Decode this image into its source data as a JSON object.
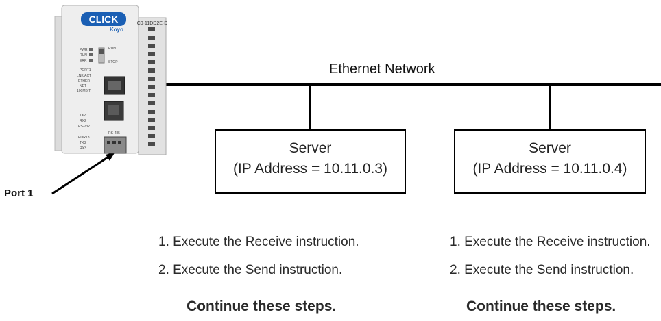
{
  "network": {
    "title": "Ethernet Network"
  },
  "plc": {
    "brand": "CLICK",
    "maker": "Koyo",
    "model": "C0-11DD2E-D",
    "leds": [
      "PWR",
      "RUN",
      "ERR"
    ],
    "switch_labels": [
      "RUN",
      "STOP"
    ],
    "port_labels": [
      "PORT1",
      "LNK/ACT",
      "ETHER NET",
      "100MBIT"
    ],
    "port2_labels": [
      "TX2",
      "RX2",
      "RS-232"
    ],
    "port3_labels": [
      "PORT3",
      "RS-485",
      "TX3",
      "RX3"
    ],
    "port_callout": "Port 1"
  },
  "servers": [
    {
      "name": "Server",
      "ip": "(IP Address = 10.11.0.3)"
    },
    {
      "name": "Server",
      "ip": "(IP Address = 10.11.0.4)"
    }
  ],
  "steps": [
    {
      "lines": [
        "1. Execute the Receive instruction.",
        "2. Execute the Send instruction."
      ],
      "continue": "Continue these steps."
    },
    {
      "lines": [
        "1. Execute the Receive instruction.",
        "2. Execute the Send instruction."
      ],
      "continue": "Continue these steps."
    }
  ]
}
